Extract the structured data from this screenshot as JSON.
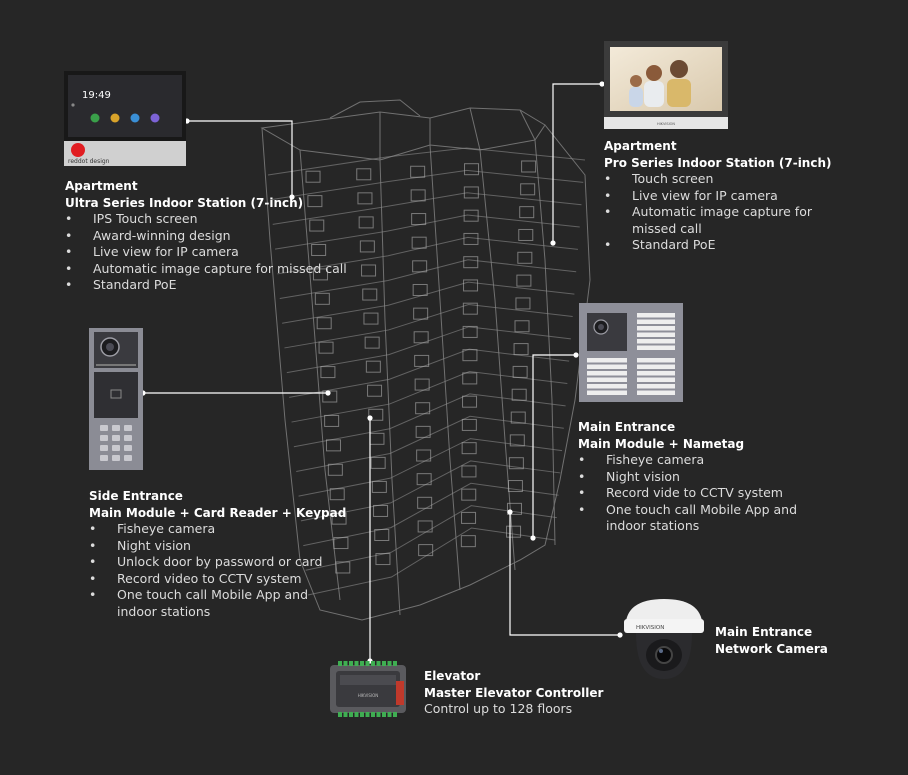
{
  "callouts": {
    "ultra": {
      "category": "Apartment",
      "product": "Ultra Series Indoor Station (7-inch)",
      "features": [
        "IPS Touch screen",
        "Award-winning design",
        "Live view for IP camera",
        "Automatic image capture for missed call",
        "Standard PoE"
      ]
    },
    "pro": {
      "category": "Apartment",
      "product": "Pro Series Indoor Station (7-inch)",
      "features": [
        "Touch screen",
        "Live view for IP camera",
        "Automatic image capture for missed call",
        "Standard PoE"
      ]
    },
    "side": {
      "category": "Side Entrance",
      "product": "Main Module + Card Reader + Keypad",
      "features": [
        "Fisheye camera",
        "Night vision",
        "Unlock door by password or card",
        "Record video to CCTV system",
        "One touch call Mobile App and indoor stations"
      ]
    },
    "main": {
      "category": "Main Entrance",
      "product": "Main Module + Nametag",
      "features": [
        "Fisheye camera",
        "Night vision",
        "Record vide to CCTV system",
        "One touch call Mobile App and indoor stations"
      ]
    },
    "camera": {
      "category": "Main Entrance",
      "product": "Network Camera"
    },
    "elevator": {
      "category": "Elevator",
      "product": "Master Elevator Controller",
      "description": "Control up to 128 floors"
    }
  },
  "device_text": {
    "ultra_clock": "19:49",
    "ultra_badge": "reddot design",
    "brand": "HIKVISION"
  },
  "colors": {
    "background": "#262626",
    "leader": "#ffffff",
    "wireframe": "#8a8a8a",
    "device_panel": "#8e8f99"
  }
}
